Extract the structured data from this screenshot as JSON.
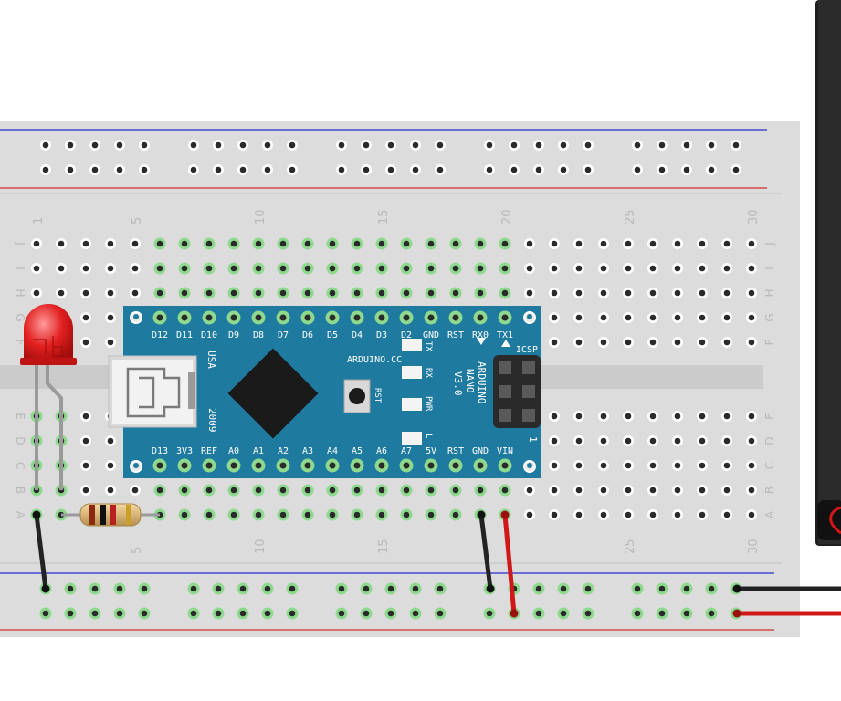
{
  "breadboard": {
    "column_labels_top": [
      "1",
      "5",
      "10",
      "15",
      "20",
      "25",
      "30"
    ],
    "column_labels_bottom": [
      "5",
      "10",
      "15",
      "25",
      "30"
    ],
    "row_labels_top": [
      "J",
      "I",
      "H",
      "G",
      "F"
    ],
    "row_labels_bottom": [
      "E",
      "D",
      "C",
      "B",
      "A"
    ],
    "rail_top_color": "#2b2bd6",
    "rail_bottom_color": "#d62b2b"
  },
  "nano": {
    "board_color": "#1f7aa0",
    "top_pins": [
      "D12",
      "D11",
      "D10",
      "D9",
      "D8",
      "D7",
      "D6",
      "D5",
      "D4",
      "D3",
      "D2",
      "GND",
      "RST",
      "RX0",
      "TX1"
    ],
    "bottom_pins": [
      "D13",
      "3V3",
      "REF",
      "A0",
      "A1",
      "A2",
      "A3",
      "A4",
      "A5",
      "A6",
      "A7",
      "5V",
      "RST",
      "GND",
      "VIN"
    ],
    "brand": "ARDUINO.CC",
    "model_line1": "ARDUINO",
    "model_line2": "NANO",
    "model_line3": "V3.0",
    "header_label": "ICSP",
    "country": "USA",
    "year": "2009",
    "reset_label": "RST",
    "led_labels": [
      "TX",
      "RX",
      "PWR",
      "L"
    ],
    "icsp_pin1": "1"
  },
  "components": {
    "led_color": "#e02020",
    "wire_black": "#222222",
    "wire_red": "#d01818"
  }
}
